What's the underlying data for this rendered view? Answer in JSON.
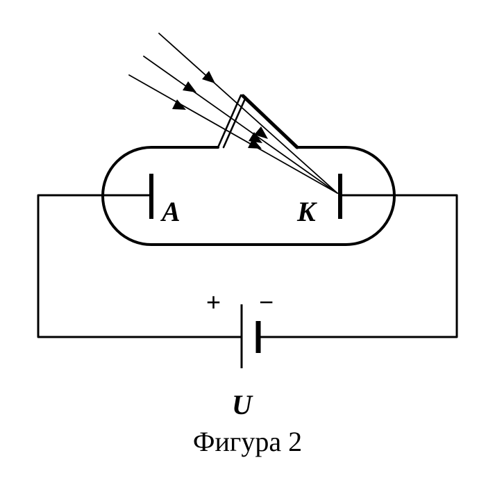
{
  "diagram": {
    "anode_label": "A",
    "cathode_label": "K",
    "voltage_label": "U",
    "plus_sign": "+",
    "minus_sign": "−",
    "caption": "Фигура 2"
  },
  "icons": {
    "light_rays": "incoming-light-arrow-icon",
    "battery": "battery-icon",
    "photocell": "vacuum-tube-icon"
  },
  "colors": {
    "line": "#000000",
    "background": "#ffffff"
  }
}
